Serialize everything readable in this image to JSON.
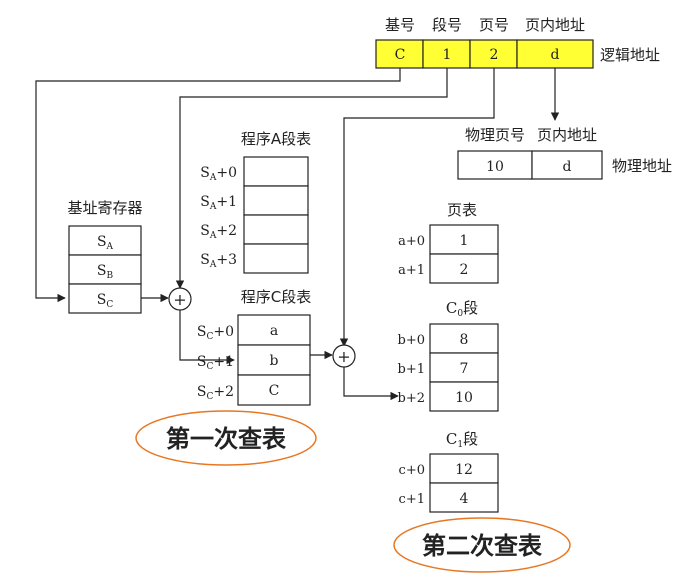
{
  "logical_address": {
    "headers": [
      "基号",
      "段号",
      "页号",
      "页内地址"
    ],
    "cells": [
      "C",
      "1",
      "2",
      "d"
    ],
    "label": "逻辑地址",
    "fill_color": "#ffff33"
  },
  "physical_address": {
    "headers": [
      "物理页号",
      "页内地址"
    ],
    "cells": [
      "10",
      "d"
    ],
    "label": "物理地址"
  },
  "base_register": {
    "title": "基址寄存器",
    "rows": [
      {
        "main": "S",
        "sub": "A"
      },
      {
        "main": "S",
        "sub": "B"
      },
      {
        "main": "S",
        "sub": "C"
      }
    ]
  },
  "segment_table_a": {
    "title": "程序A段表",
    "row_labels": [
      {
        "main": "S",
        "sub": "A",
        "suffix": "+0"
      },
      {
        "main": "S",
        "sub": "A",
        "suffix": "+1"
      },
      {
        "main": "S",
        "sub": "A",
        "suffix": "+2"
      },
      {
        "main": "S",
        "sub": "A",
        "suffix": "+3"
      }
    ]
  },
  "segment_table_c": {
    "title": "程序C段表",
    "row_labels": [
      {
        "main": "S",
        "sub": "C",
        "suffix": "+0"
      },
      {
        "main": "S",
        "sub": "C",
        "suffix": "+1"
      },
      {
        "main": "S",
        "sub": "C",
        "suffix": "+2"
      }
    ],
    "cells": [
      "a",
      "b",
      "C"
    ]
  },
  "page_table": {
    "title": "页表",
    "row_labels": [
      "a+0",
      "a+1"
    ],
    "cells": [
      "1",
      "2"
    ]
  },
  "c0_segment": {
    "title_main": "C",
    "title_sub": "0",
    "title_suffix": "段",
    "row_labels": [
      "b+0",
      "b+1",
      "b+2"
    ],
    "cells": [
      "8",
      "7",
      "10"
    ]
  },
  "c1_segment": {
    "title_main": "C",
    "title_sub": "1",
    "title_suffix": "段",
    "row_labels": [
      "c+0",
      "c+1"
    ],
    "cells": [
      "12",
      "4"
    ]
  },
  "adders": [
    "+",
    "+"
  ],
  "callouts": {
    "first": "第一次查表",
    "second": "第二次查表",
    "border_color": "#e87722"
  }
}
